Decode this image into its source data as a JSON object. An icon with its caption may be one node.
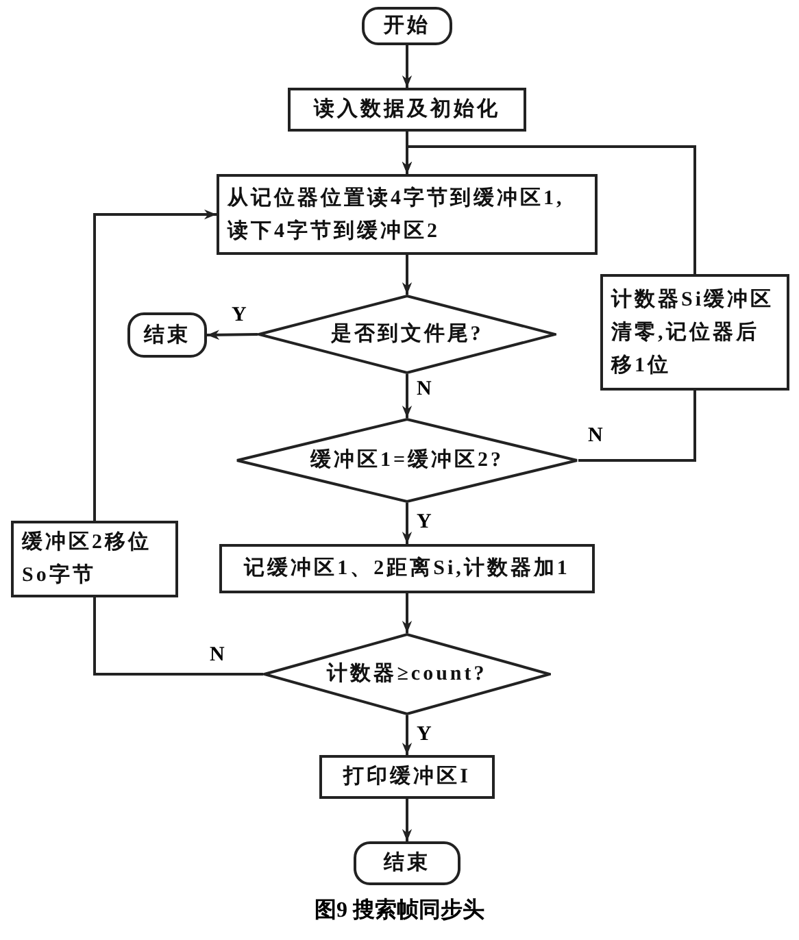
{
  "diagram": {
    "caption": "图9 搜索帧同步头",
    "nodes": [
      {
        "text": [
          "开始"
        ]
      },
      {
        "text": [
          "读入数据及初始化"
        ]
      },
      {
        "text": [
          "从记位器位置读4字节到缓冲区1,读下4字节到缓冲区2"
        ]
      },
      {
        "text": [
          "是否到文件尾?"
        ]
      },
      {
        "text": [
          "结束"
        ]
      },
      {
        "text": [
          "计数器Si缓冲区清零,记位器后移1位"
        ]
      },
      {
        "text": [
          "缓冲区1=缓冲区2?"
        ]
      },
      {
        "text": [
          "记缓冲区1、2距离Si,计数器加1"
        ]
      },
      {
        "text": [
          "缓冲区2移位So字节"
        ]
      },
      {
        "text": [
          "计数器≥count?"
        ]
      },
      {
        "text": [
          "打印缓冲区I"
        ]
      },
      {
        "text": [
          "结束"
        ]
      }
    ],
    "edges": [
      {
        "from": 0,
        "to": 1,
        "arrow": "to"
      },
      {
        "from": 1,
        "to": 2,
        "arrow": "to"
      },
      {
        "from": 2,
        "to": 3,
        "arrow": "to"
      },
      {
        "from": 3,
        "to": 4,
        "arrow": "to",
        "label": "Y"
      },
      {
        "from": 3,
        "to": 6,
        "arrow": "to",
        "label": "N"
      },
      {
        "from": 6,
        "to": 5,
        "arrow": "none",
        "label": "N"
      },
      {
        "from": 5,
        "to": 2,
        "arrow": "to"
      },
      {
        "from": 6,
        "to": 7,
        "arrow": "to",
        "label": "Y"
      },
      {
        "from": 7,
        "to": 9,
        "arrow": "to"
      },
      {
        "from": 9,
        "to": 8,
        "arrow": "none",
        "label": "N"
      },
      {
        "from": 8,
        "to": 2,
        "arrow": "to"
      },
      {
        "from": 9,
        "to": 10,
        "arrow": "to",
        "label": "Y"
      },
      {
        "from": 10,
        "to": 11,
        "arrow": "to"
      }
    ]
  }
}
